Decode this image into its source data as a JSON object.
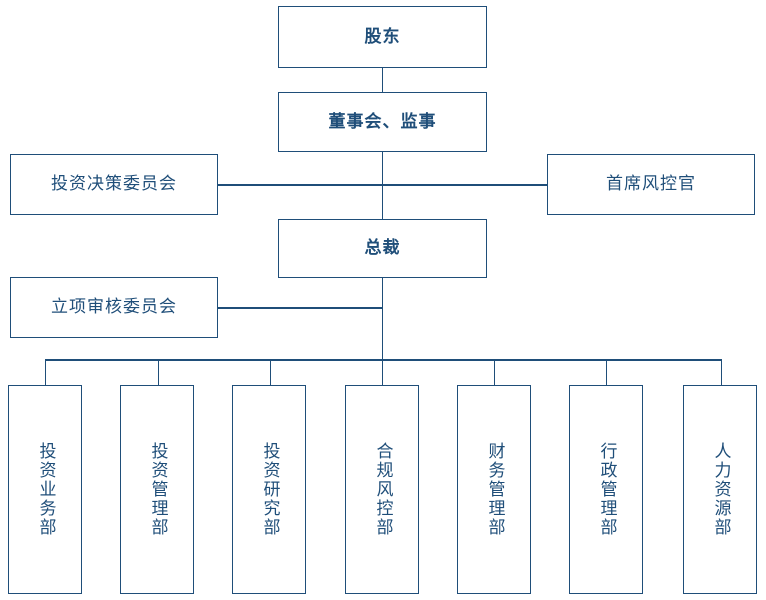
{
  "diagram": {
    "title_text": "",
    "colors": {
      "line": "#1F4E79",
      "text": "#1F4E79",
      "background": "#FFFFFF"
    },
    "nodes": {
      "shareholder": "股东",
      "board": "董事会、监事",
      "investment_decision_committee": "投资决策委员会",
      "chief_risk_officer": "首席风控官",
      "president": "总裁",
      "project_review_committee": "立项审核委员会"
    },
    "departments": [
      {
        "label": "投资业务部"
      },
      {
        "label": "投资管理部"
      },
      {
        "label": "投资研究部"
      },
      {
        "label": "合规风控部"
      },
      {
        "label": "财务管理部"
      },
      {
        "label": "行政管理部"
      },
      {
        "label": "人力资源部"
      }
    ]
  }
}
